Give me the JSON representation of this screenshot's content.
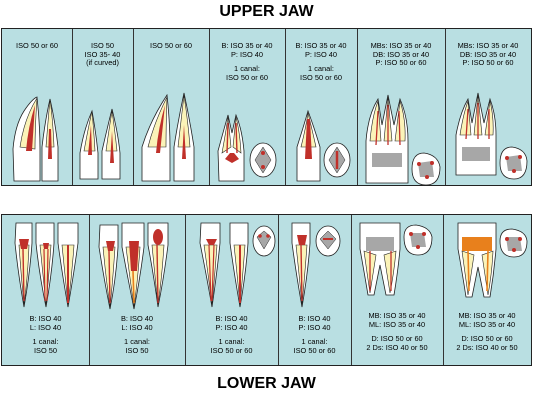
{
  "upper_title": "UPPER JAW",
  "lower_title": "LOWER JAW",
  "colors": {
    "panel": "#b9dfe2",
    "crown": "#ffffff",
    "root": "#fbf3b8",
    "pulp": "#c0302a",
    "canal": "#e8801c",
    "pulp_chamber": "#a7a7a7"
  },
  "upper_columns": [
    {
      "lines": [
        "ISO 50 or 60"
      ]
    },
    {
      "lines": [
        "ISO 50",
        "ISO 35- 40",
        "(if curved)"
      ]
    },
    {
      "lines": [
        "ISO 50 or 60"
      ]
    },
    {
      "lines": [
        "B: ISO 35 or 40",
        "P: ISO 40",
        "",
        "1 canal:",
        "ISO 50 or 60"
      ]
    },
    {
      "lines": [
        "B: ISO 35 or 40",
        "P: ISO 40",
        "",
        "1 canal:",
        "ISO 50 or 60"
      ]
    },
    {
      "lines": [
        "MBs: ISO 35 or 40",
        "DB: ISO 35 or 40",
        "P: ISO 50 or 60"
      ]
    },
    {
      "lines": [
        "MBs: ISO 35 or 40",
        "DB: ISO 35 or 40",
        "P: ISO 50 or 60"
      ]
    }
  ],
  "lower_columns": [
    {
      "lines": [
        "B: ISO 40",
        "L: ISO 40",
        "",
        "1 canal:",
        "ISO 50"
      ]
    },
    {
      "lines": [
        "B: ISO 40",
        "L: ISO 40",
        "",
        "1 canal:",
        "ISO 50"
      ]
    },
    {
      "lines": [
        "B: ISO 40",
        "P: ISO 40",
        "",
        "1 canal:",
        "ISO 50 or 60"
      ]
    },
    {
      "lines": [
        "B: ISO 40",
        "P: ISO 40",
        "",
        "1 canal:",
        "ISO 50 or 60"
      ]
    },
    {
      "lines": [
        "MB: ISO 35 or 40",
        "ML: ISO 35 or 40",
        "",
        "D: ISO 50 or 60",
        "2 Ds: ISO 40 or 50"
      ]
    },
    {
      "lines": [
        "MB: ISO 35 or 40",
        "ML: ISO 35 or 40",
        "",
        "D: ISO 50 or 60",
        "2 Ds: ISO 40 or 50"
      ]
    }
  ]
}
